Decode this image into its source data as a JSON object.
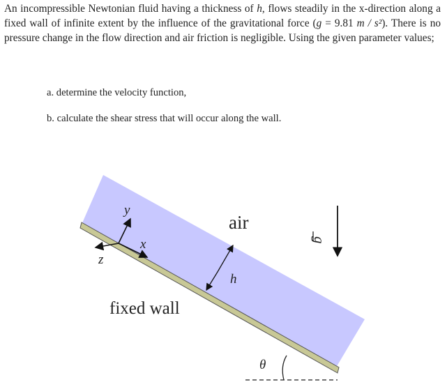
{
  "problem": {
    "p1": "An incompressible Newtonian fluid having a thickness of ",
    "h": "h",
    "p2": ", flows steadily in the x-direction along a fixed wall of infinite extent by the influence of the gravitational force (",
    "g_sym": "g",
    "g_eq": " = 9.81 ",
    "g_unit": "m / s²",
    "p3": "). There is no pressure change in the flow direction and air friction is negligible. Using the given parameter values;"
  },
  "tasks": [
    "a. determine the velocity function,",
    "b. calculate the shear stress that will occur along the wall."
  ],
  "figure": {
    "air_label": "air",
    "h_label": "h",
    "wall_label": "fixed wall",
    "theta_label": "θ",
    "gravity_label": "g",
    "y_label": "y",
    "x_label": "x",
    "z_label": "z",
    "colors": {
      "fluid": "#c8c8ff",
      "wall": "#c8c896",
      "wall_edge": "#555555"
    }
  }
}
